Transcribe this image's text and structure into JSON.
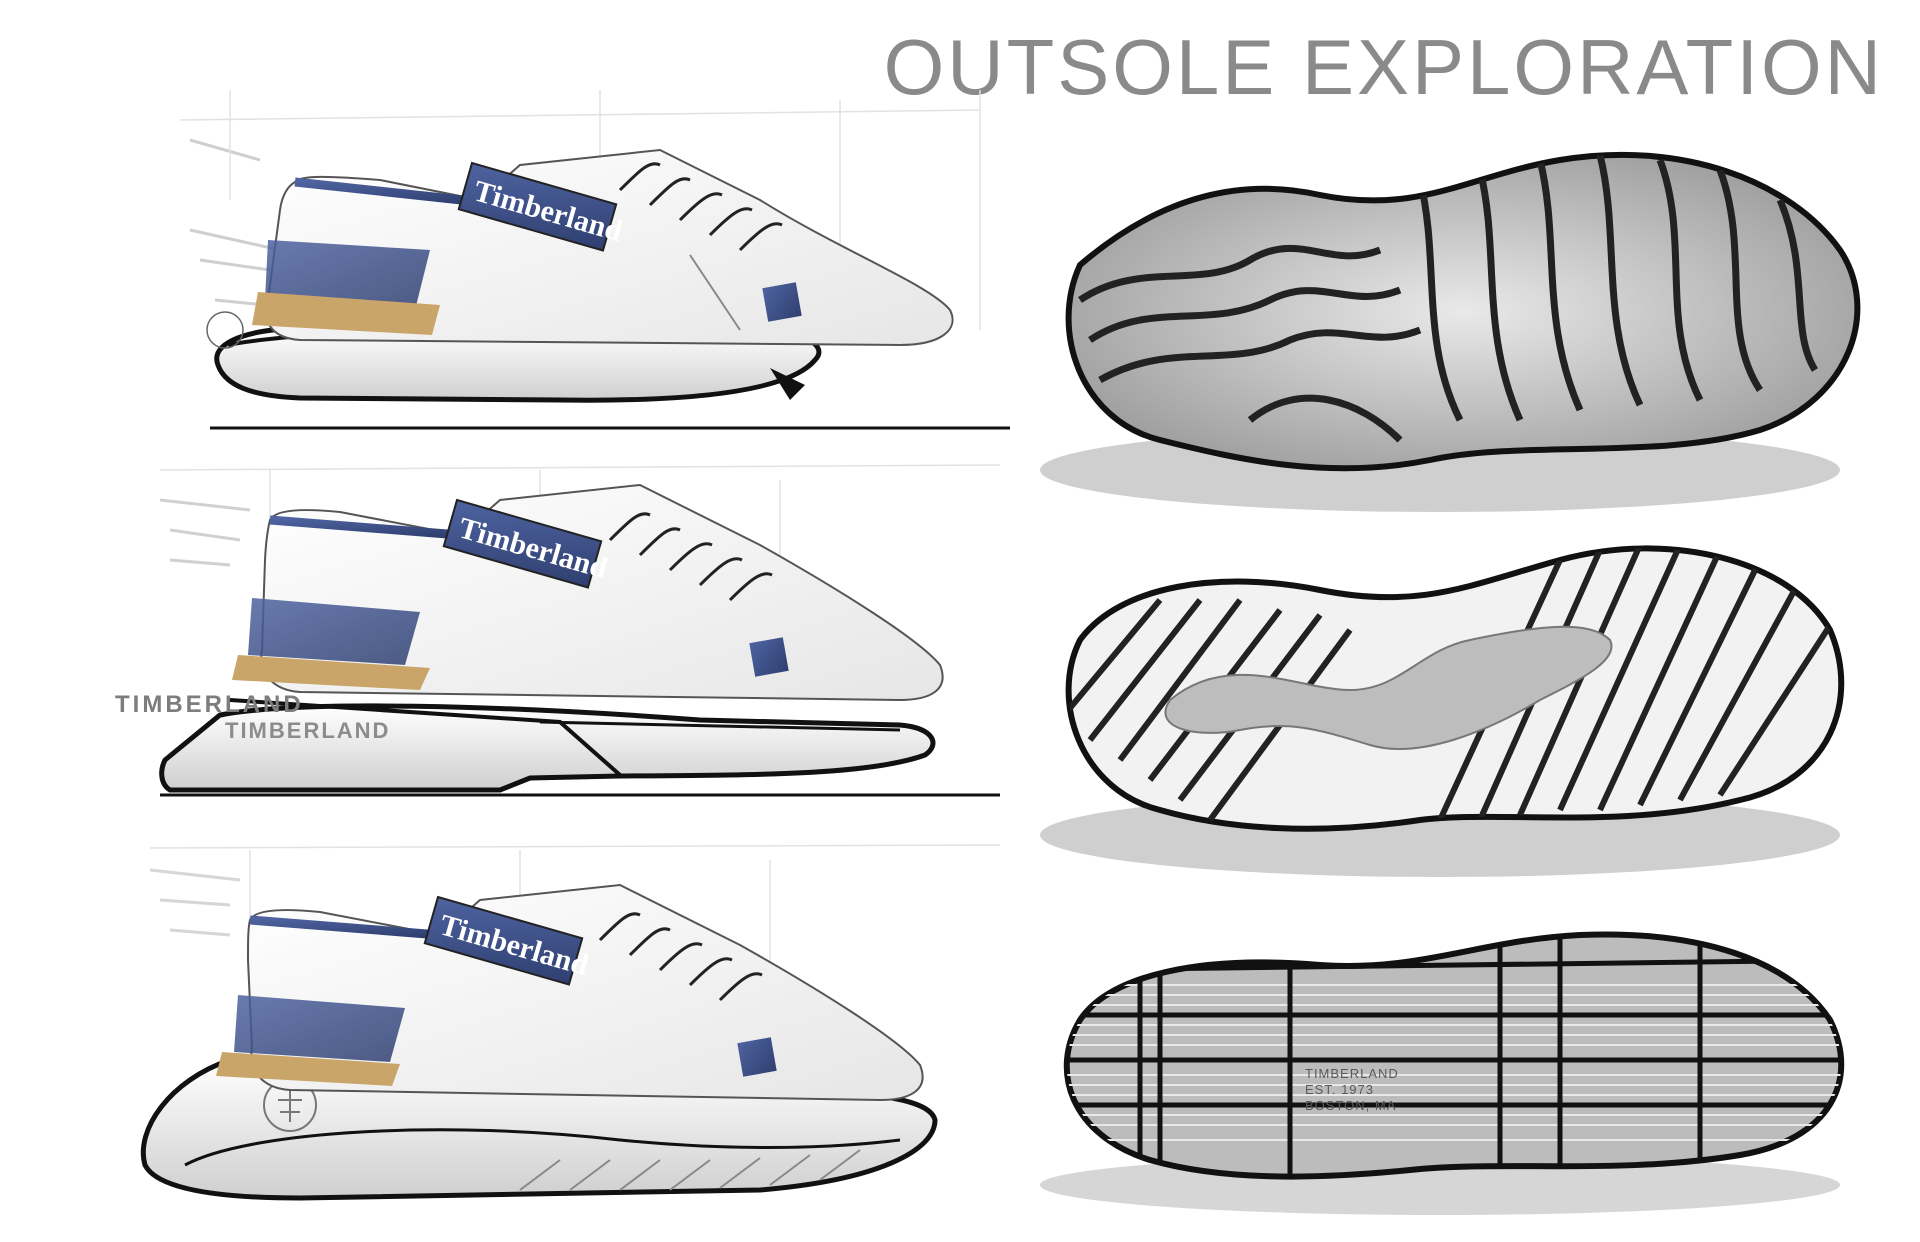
{
  "board": {
    "title": "OUTSOLE EXPLORATION"
  },
  "shoes": [
    {
      "tab_text": "Timberland"
    },
    {
      "tab_text": "Timberland",
      "heel_text": "TIMBERLAND",
      "midsole_text": "TIMBERLAND"
    },
    {
      "tab_text": "Timberland"
    }
  ],
  "outsoles": [
    {
      "pattern": "wavy-grooves"
    },
    {
      "pattern": "diagonal-stripes"
    },
    {
      "pattern": "grid-lines",
      "stamp_lines": [
        "TIMBERLAND",
        "EST. 1973",
        "BOSTON, MA"
      ]
    }
  ],
  "colors": {
    "navy": "#3b4f86",
    "tan": "#c9a56a",
    "outline": "#111111",
    "title_gray": "#8a8a8a"
  }
}
